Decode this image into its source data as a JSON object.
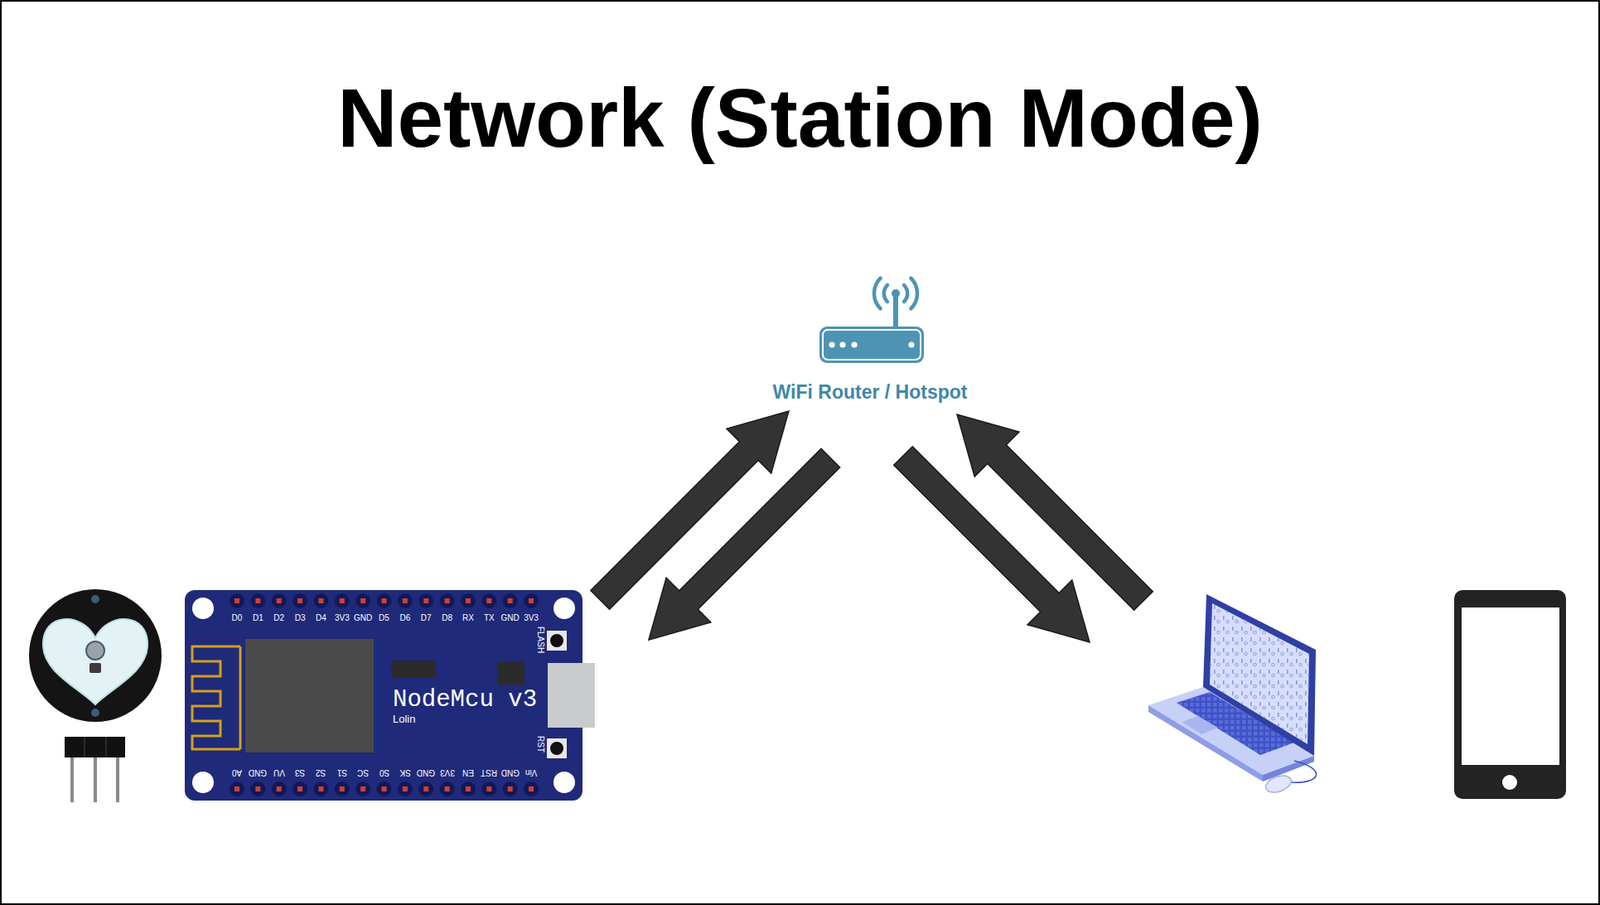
{
  "diagram": {
    "title": "Network (Station Mode)",
    "nodes": [
      {
        "text": [
          "WiFi Router / Hotspot"
        ]
      },
      {
        "text": [
          "NodeMcu v3",
          "Lolin"
        ]
      }
    ],
    "edges": [
      {
        "from": 1,
        "to": 0,
        "arrow": "to"
      },
      {
        "from": 0,
        "to": 1,
        "arrow": "to"
      }
    ],
    "labels": [
      "D0",
      "D1",
      "D2",
      "D3",
      "D4",
      "3V3",
      "GND",
      "D5",
      "D6",
      "D7",
      "D8",
      "RX",
      "TX",
      "GND",
      "3V3",
      "A0",
      "GND",
      "VU",
      "S3",
      "S2",
      "S1",
      "SC",
      "S0",
      "SK",
      "GND",
      "3V3",
      "EN",
      "RST",
      "GND",
      "Vin",
      "FLASH",
      "RST"
    ]
  }
}
